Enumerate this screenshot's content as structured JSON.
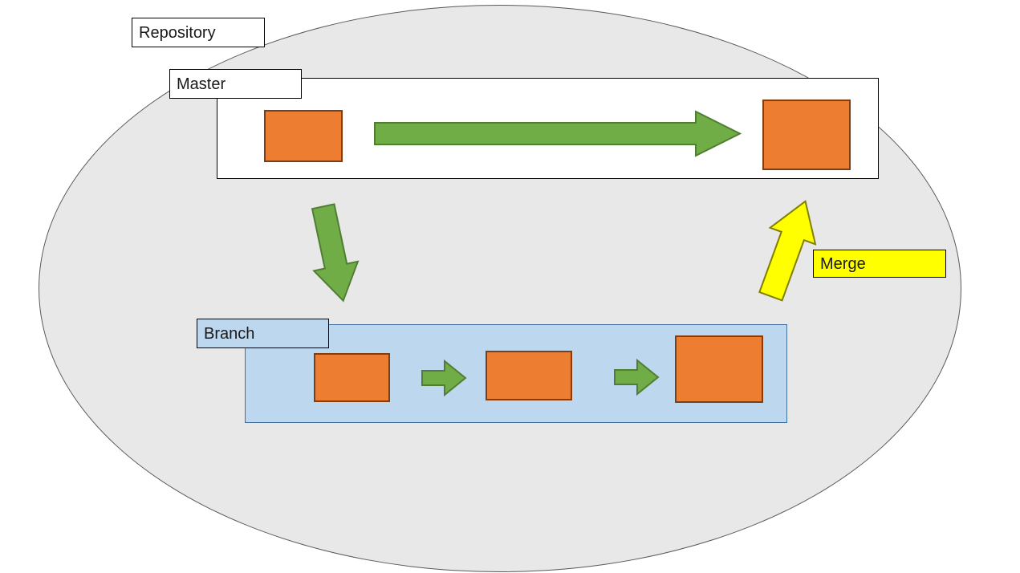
{
  "diagram": {
    "labels": {
      "repository": "Repository",
      "master": "Master",
      "branch": "Branch",
      "merge": "Merge"
    },
    "arrows": {
      "master_flow": "right-arrow",
      "branch_off": "down-arrow",
      "branch_flow_1": "right-arrow",
      "branch_flow_2": "right-arrow",
      "merge": "up-arrow"
    },
    "node_counts": {
      "master_commits": 2,
      "branch_commits": 3
    },
    "colors": {
      "ellipse_fill": "#e8e8e8",
      "ellipse_border": "#595959",
      "commit_fill": "#ED7D31",
      "commit_border": "#843C0C",
      "arrow_green_fill": "#70AD47",
      "arrow_green_border": "#507E32",
      "arrow_yellow_fill": "#FFFF00",
      "arrow_yellow_border": "#808000",
      "branch_fill": "#BDD7EE",
      "branch_border": "#41719C",
      "box_border": "#000000"
    }
  }
}
